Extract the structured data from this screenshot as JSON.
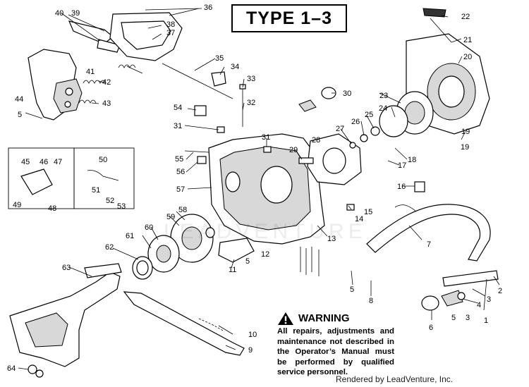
{
  "type_box": "TYPE 1–3",
  "warning": {
    "heading": "WARNING",
    "text": "All repairs, adjustments and maintenance not described in the Operator’s Manual must be performed by qualified service personnel."
  },
  "credit": "Rendered by LeadVenture, Inc.",
  "watermark": "LEADVENTURE",
  "part_labels": [
    "1",
    "2",
    "3",
    "3",
    "4",
    "5",
    "5",
    "5",
    "5",
    "6",
    "7",
    "8",
    "9",
    "10",
    "11",
    "12",
    "13",
    "14",
    "15",
    "16",
    "17",
    "18",
    "19",
    "19",
    "20",
    "21",
    "22",
    "23",
    "24",
    "25",
    "26",
    "27",
    "28",
    "29",
    "30",
    "31",
    "31",
    "32",
    "33",
    "34",
    "35",
    "36",
    "37",
    "38",
    "39",
    "40",
    "41",
    "42",
    "43",
    "44",
    "45",
    "46",
    "47",
    "48",
    "49",
    "50",
    "51",
    "52",
    "53",
    "54",
    "55",
    "56",
    "57",
    "58",
    "59",
    "60",
    "61",
    "62",
    "63",
    "64"
  ]
}
